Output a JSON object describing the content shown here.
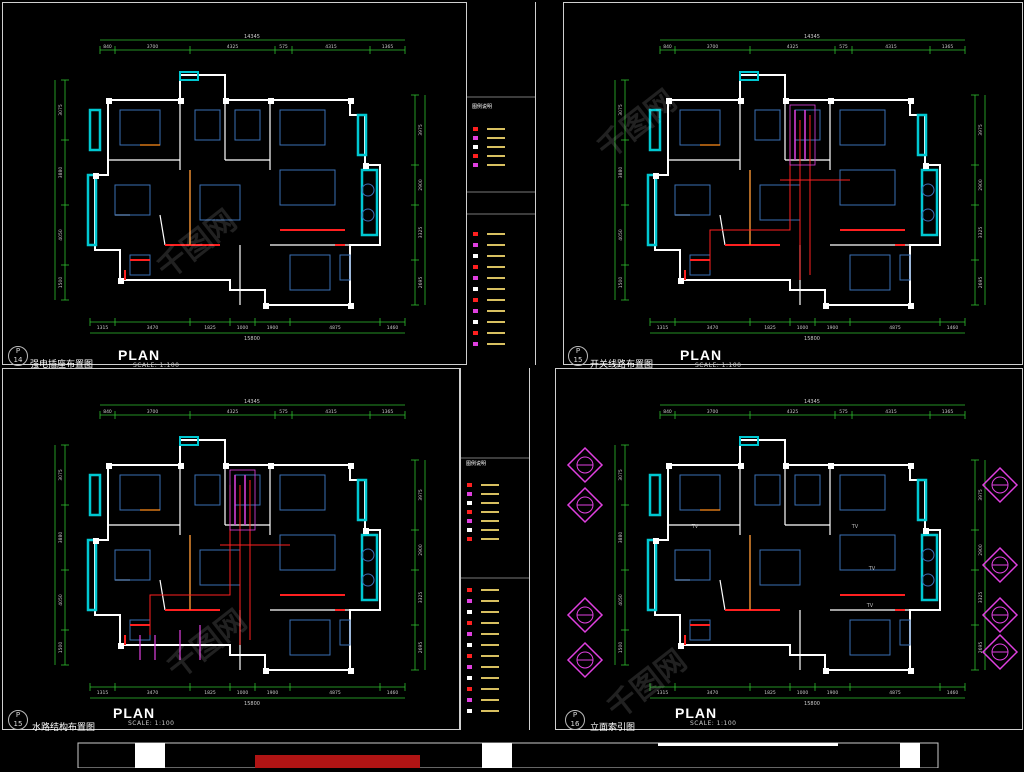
{
  "sheets": [
    {
      "id": "top-left",
      "plan_label": "PLAN",
      "scale": "SCALE: 1:100",
      "page_no": "14",
      "page_prefix": "P",
      "caption": "强电插座布置图"
    },
    {
      "id": "top-right",
      "plan_label": "PLAN",
      "scale": "SCALE: 1:100",
      "page_no": "15",
      "page_prefix": "P",
      "caption": "开关线路布置图"
    },
    {
      "id": "bottom-left",
      "plan_label": "PLAN",
      "scale": "SCALE: 1:100",
      "page_no": "15",
      "page_prefix": "P",
      "caption": "水路结构布置图"
    },
    {
      "id": "bottom-right",
      "plan_label": "PLAN",
      "scale": "SCALE: 1:100",
      "page_no": "16",
      "page_prefix": "P",
      "caption": "立面索引图"
    }
  ],
  "dimensions": {
    "top_total": "14345",
    "top_segments": [
      "840",
      "3700",
      "4325",
      "575",
      "4315",
      "1365"
    ],
    "bottom_segments": [
      "1315",
      "3470",
      "1825",
      "1000",
      "1900",
      "4875",
      "1460"
    ],
    "bottom_total": "15800",
    "left_segments": [
      "3075",
      "3880",
      "4050",
      "1500"
    ],
    "right_segments": [
      "3975",
      "2900",
      "3325",
      "2695"
    ]
  },
  "legend": {
    "top_title": "图例说明",
    "bottom_title": "图例说明"
  },
  "room_labels": {
    "tv": "TV"
  },
  "colors": {
    "background": "#000000",
    "wall": "#ffffff",
    "window": "#00c8d2",
    "furniture": "#3a6fb5",
    "dimension": "#2fbf2f",
    "red_line": "#ff2020",
    "orange_line": "#ff8c1a",
    "magenta": "#e040e0"
  },
  "watermark": "千图网"
}
